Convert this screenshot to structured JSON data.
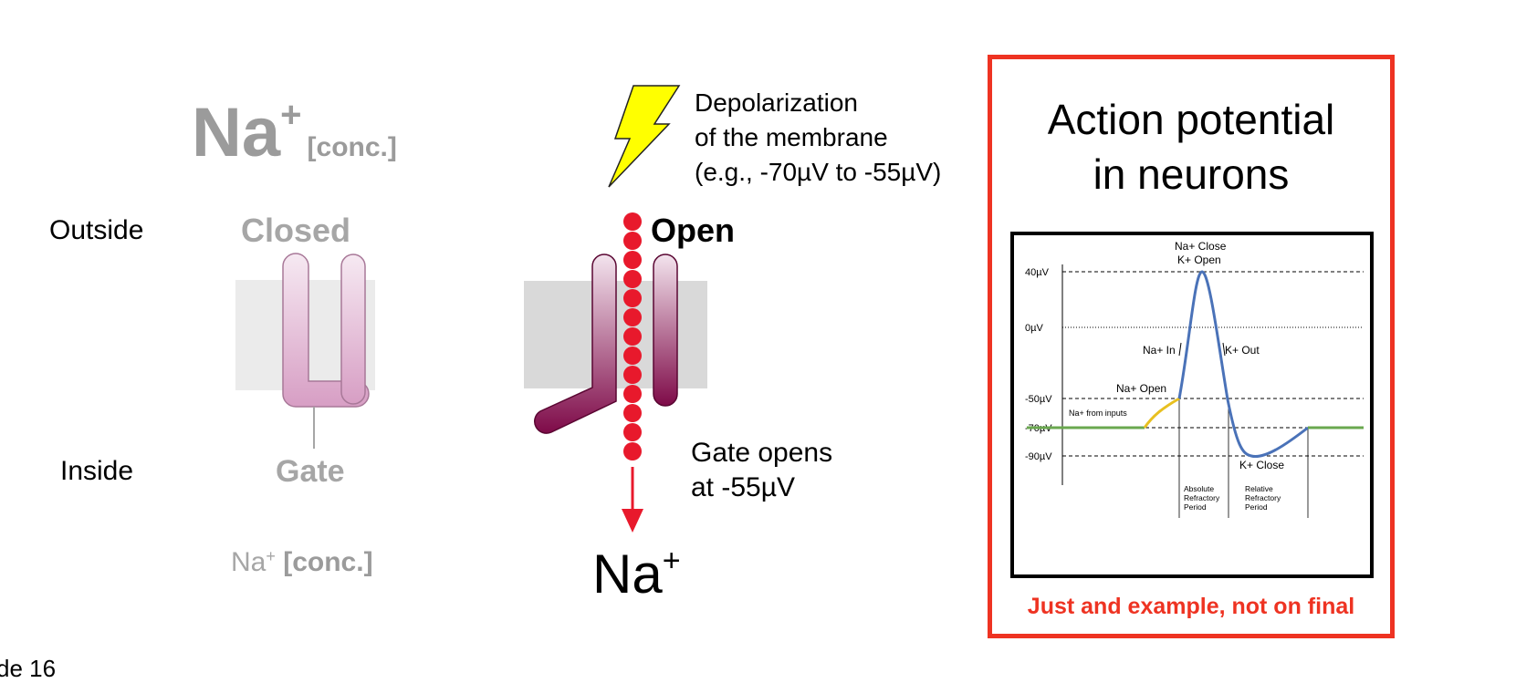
{
  "left_panel": {
    "na_label": "Na",
    "na_sup": "+",
    "na_conc": "[conc.]",
    "outside_label": "Outside",
    "inside_label": "Inside",
    "closed_label": "Closed",
    "gate_label": "Gate",
    "na_bottom_label": "Na",
    "na_bottom_sup": "+",
    "na_bottom_conc": "[conc.]"
  },
  "middle_panel": {
    "depolarization_lines": [
      "Depolarization",
      "of the membrane",
      "(e.g., -70µV to -55µV)"
    ],
    "open_label": "Open",
    "gate_opens_lines": [
      "Gate opens",
      "at -55µV"
    ],
    "na_label": "Na",
    "na_sup": "+"
  },
  "action_potential": {
    "title_lines": [
      "Action potential",
      "in neurons"
    ],
    "note": "Just and example, not on final",
    "labels": {
      "na_close": "Na+ Close",
      "k_open": "K+ Open",
      "na_in": "Na+ In",
      "k_out": "K+ Out",
      "na_open": "Na+ Open",
      "na_from_inputs": "Na+ from inputs",
      "k_close": "K+ Close",
      "absolute_refractory": [
        "Absolute",
        "Refractory",
        "Period"
      ],
      "relative_refractory": [
        "Relative",
        "Refractory",
        "Period"
      ]
    },
    "y_ticks": [
      "40µV",
      "0µV",
      "-50µV",
      "-70µV",
      "-90µV"
    ]
  },
  "footer": {
    "slide_label": "de 16"
  },
  "colors": {
    "gray_text": "#9b9b9b",
    "membrane": "#d9d9d9",
    "channel_closed": "#d9a4c8",
    "channel_open": "#8b1050",
    "ion_dot": "#e8192c",
    "bolt": "#ffff00",
    "ap_border": "#ee3322",
    "trace_blue": "#4a72b8",
    "trace_yellow": "#e8c020",
    "trace_green": "#6aa84f"
  }
}
